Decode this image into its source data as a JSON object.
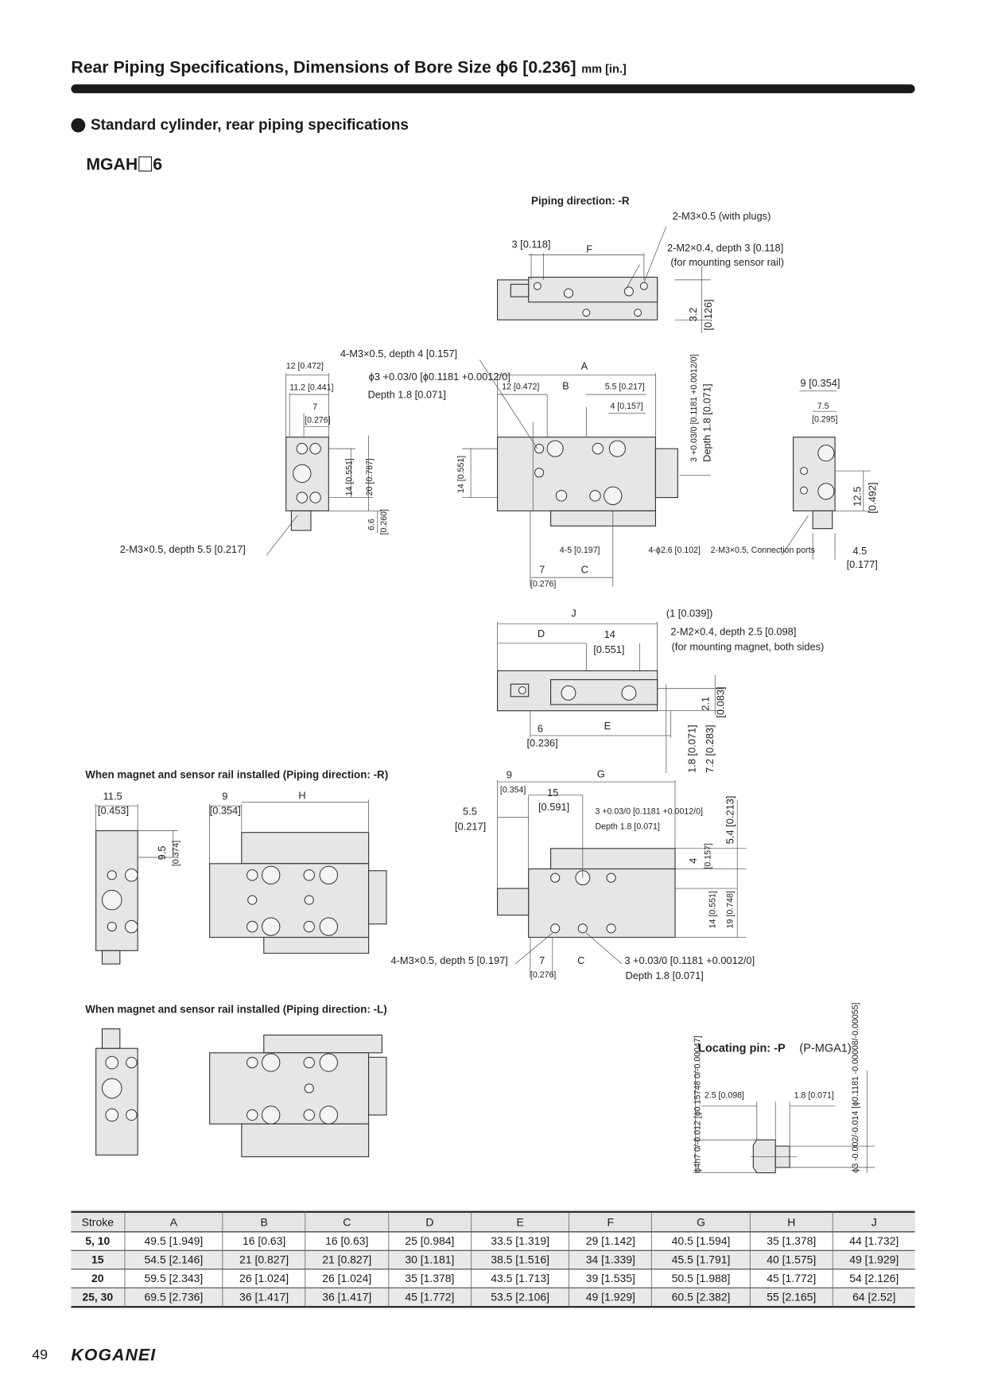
{
  "header": {
    "title": "Rear Piping Specifications, Dimensions of Bore Size ϕ6 [0.236]",
    "unit": "mm [in.]"
  },
  "section": {
    "title": "Standard cylinder, rear piping specifications",
    "model_prefix": "MGAH",
    "model_suffix": "6"
  },
  "drawings": {
    "top": {
      "title": "Piping direction: -R",
      "l1": "2-M3×0.5 (with plugs)",
      "l2": "3 [0.118]",
      "l3": "F",
      "l4": "2-M2×0.4, depth 3 [0.118]",
      "l5": "(for mounting sensor rail)",
      "l6": "3.2",
      "l7": "[0.126]"
    },
    "side": {
      "l1": "12 [0.472]",
      "l2": "11.2 [0.441]",
      "l3": "7",
      "l4": "[0.276]",
      "l5": "14 [0.551]",
      "l6": "20 [0.787]",
      "l7": "6.6",
      "l8": "[0.260]",
      "l9": "2-M3×0.5, depth 5.5 [0.217]"
    },
    "front": {
      "l1": "4-M3×0.5, depth 4 [0.157]",
      "l2": "ϕ3 +0.03/0 [ϕ0.1181 +0.0012/0]",
      "l3": "Depth 1.8 [0.071]",
      "l4": "A",
      "l5": "12 [0.472]",
      "l6": "B",
      "l7": "5.5 [0.217]",
      "l8": "4 [0.157]",
      "l9": "14 [0.551]",
      "l10": "3 +0.03/0 [0.1181 +0.0012/0]",
      "l11": "Depth 1.8 [0.071]",
      "l12": "4-5 [0.197]",
      "l13": "4-ϕ2.6 [0.102]",
      "l14": "7",
      "l15": "[0.276]",
      "l16": "C"
    },
    "right": {
      "l1": "9 [0.354]",
      "l2": "7.5",
      "l3": "[0.295]",
      "l4": "12.5",
      "l5": "[0.492]",
      "l6": "2-M3×0.5, Connection ports",
      "l7": "4.5",
      "l8": "[0.177]"
    },
    "bottom": {
      "l1": "J",
      "l2": "(1 [0.039])",
      "l3": "D",
      "l4": "14",
      "l5": "[0.551]",
      "l6": "2-M2×0.4, depth 2.5 [0.098]",
      "l7": "(for mounting magnet, both sides)",
      "l8": "2.1",
      "l9": "[0.083]",
      "l10": "6",
      "l11": "[0.236]",
      "l12": "E",
      "l13": "1.8 [0.071]",
      "l14": "7.2 [0.283]"
    },
    "magR": {
      "title": "When magnet and sensor rail installed (Piping direction: -R)",
      "l1": "11.5",
      "l2": "[0.453]",
      "l3": "9.5",
      "l4": "[0.374]",
      "l5": "9",
      "l6": "[0.354]",
      "l7": "H",
      "l8": "9",
      "l9": "[0.354]",
      "l10": "G",
      "l11": "15",
      "l12": "[0.591]",
      "l13": "5.5",
      "l14": "[0.217]",
      "l15": "3 +0.03/0 [0.1181 +0.0012/0]",
      "l16": "Depth 1.8 [0.071]",
      "l17": "5.4 [0.213]",
      "l18": "4",
      "l19": "[0.157]",
      "l20": "14 [0.551]",
      "l21": "19 [0.748]",
      "l22": "4-M3×0.5, depth 5 [0.197]",
      "l23": "7",
      "l24": "[0.276]",
      "l25": "C",
      "l26": "3 +0.03/0 [0.1181 +0.0012/0]",
      "l27": "Depth 1.8 [0.071]"
    },
    "magL": {
      "title": "When magnet and sensor rail installed (Piping direction: -L)"
    },
    "pin": {
      "title": "Locating pin: -P",
      "model": "(P-MGA1)",
      "l1": "2.5 [0.098]",
      "l2": "1.8 [0.071]",
      "l3": "ϕ4h7 0/-0.012 [ϕ0.15748 0/-0.00047]",
      "l4": "ϕ3 -0.002/-0.014 [ϕ0.1181 -0.00008/-0.00055]"
    }
  },
  "table": {
    "headers": [
      "Stroke",
      "A",
      "B",
      "C",
      "D",
      "E",
      "F",
      "G",
      "H",
      "J"
    ],
    "rows": [
      [
        "5, 10",
        "49.5 [1.949]",
        "16 [0.63]",
        "16 [0.63]",
        "25 [0.984]",
        "33.5 [1.319]",
        "29 [1.142]",
        "40.5 [1.594]",
        "35 [1.378]",
        "44 [1.732]"
      ],
      [
        "15",
        "54.5 [2.146]",
        "21 [0.827]",
        "21 [0.827]",
        "30 [1.181]",
        "38.5 [1.516]",
        "34 [1.339]",
        "45.5 [1.791]",
        "40 [1.575]",
        "49 [1.929]"
      ],
      [
        "20",
        "59.5 [2.343]",
        "26 [1.024]",
        "26 [1.024]",
        "35 [1.378]",
        "43.5 [1.713]",
        "39 [1.535]",
        "50.5 [1.988]",
        "45 [1.772]",
        "54 [2.126]"
      ],
      [
        "25, 30",
        "69.5 [2.736]",
        "36 [1.417]",
        "36 [1.417]",
        "45 [1.772]",
        "53.5 [2.106]",
        "49 [1.929]",
        "60.5 [2.382]",
        "55 [2.165]",
        "64 [2.52]"
      ]
    ]
  },
  "footer": {
    "page": "49",
    "brand": "KOGANEI"
  }
}
